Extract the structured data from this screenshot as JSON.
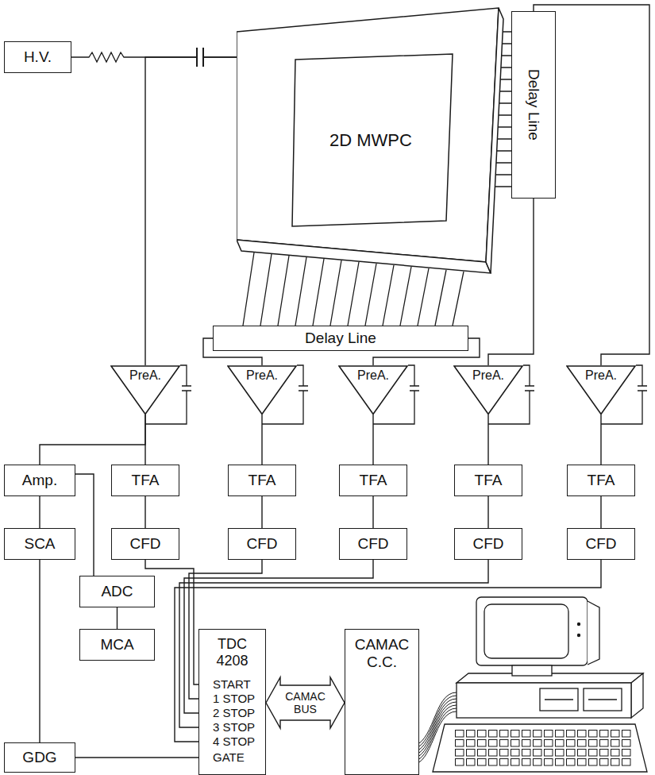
{
  "diagram": {
    "nodes": [
      {
        "text": [
          "H.V."
        ]
      },
      {
        "text": [
          "2D MWPC"
        ]
      },
      {
        "text": [
          "Delay Line"
        ]
      },
      {
        "text": [
          "Delay Line"
        ]
      },
      {
        "text": [
          "PreA."
        ]
      },
      {
        "text": [
          "PreA."
        ]
      },
      {
        "text": [
          "PreA."
        ]
      },
      {
        "text": [
          "PreA."
        ]
      },
      {
        "text": [
          "PreA."
        ]
      },
      {
        "text": [
          "Amp."
        ]
      },
      {
        "text": [
          "TFA"
        ]
      },
      {
        "text": [
          "TFA"
        ]
      },
      {
        "text": [
          "TFA"
        ]
      },
      {
        "text": [
          "TFA"
        ]
      },
      {
        "text": [
          "TFA"
        ]
      },
      {
        "text": [
          "SCA"
        ]
      },
      {
        "text": [
          "CFD"
        ]
      },
      {
        "text": [
          "CFD"
        ]
      },
      {
        "text": [
          "CFD"
        ]
      },
      {
        "text": [
          "CFD"
        ]
      },
      {
        "text": [
          "CFD"
        ]
      },
      {
        "text": [
          "ADC"
        ]
      },
      {
        "text": [
          "MCA"
        ]
      },
      {
        "text": [
          "TDC 4208"
        ]
      },
      {
        "text": [
          "CAMAC C.C."
        ]
      },
      {
        "text": [
          "GDG"
        ]
      }
    ],
    "edges": [
      {
        "from": 0,
        "to": 1,
        "arrow": "none"
      },
      {
        "from": 1,
        "to": 4,
        "arrow": "none"
      },
      {
        "from": 3,
        "to": 5,
        "arrow": "none"
      },
      {
        "from": 3,
        "to": 6,
        "arrow": "none"
      },
      {
        "from": 2,
        "to": 7,
        "arrow": "none"
      },
      {
        "from": 2,
        "to": 8,
        "arrow": "none"
      },
      {
        "from": 4,
        "to": 10,
        "arrow": "none"
      },
      {
        "from": 4,
        "to": 9,
        "arrow": "none"
      },
      {
        "from": 5,
        "to": 11,
        "arrow": "none"
      },
      {
        "from": 6,
        "to": 12,
        "arrow": "none"
      },
      {
        "from": 7,
        "to": 13,
        "arrow": "none"
      },
      {
        "from": 8,
        "to": 14,
        "arrow": "none"
      },
      {
        "from": 10,
        "to": 16,
        "arrow": "none"
      },
      {
        "from": 11,
        "to": 17,
        "arrow": "none"
      },
      {
        "from": 12,
        "to": 18,
        "arrow": "none"
      },
      {
        "from": 13,
        "to": 19,
        "arrow": "none"
      },
      {
        "from": 14,
        "to": 20,
        "arrow": "none"
      },
      {
        "from": 9,
        "to": 15,
        "arrow": "none"
      },
      {
        "from": 9,
        "to": 21,
        "arrow": "none"
      },
      {
        "from": 21,
        "to": 22,
        "arrow": "none"
      },
      {
        "from": 15,
        "to": 25,
        "arrow": "none"
      },
      {
        "from": 16,
        "to": 23,
        "arrow": "none"
      },
      {
        "from": 17,
        "to": 23,
        "arrow": "none"
      },
      {
        "from": 18,
        "to": 23,
        "arrow": "none"
      },
      {
        "from": 19,
        "to": 23,
        "arrow": "none"
      },
      {
        "from": 20,
        "to": 23,
        "arrow": "none"
      },
      {
        "from": 25,
        "to": 23,
        "arrow": "none"
      },
      {
        "from": 23,
        "to": 24,
        "label": "CAMAC BUS",
        "arrow": "both"
      }
    ],
    "labels": [
      "START",
      "1 STOP",
      "2 STOP",
      "3 STOP",
      "4 STOP",
      "GATE"
    ]
  }
}
